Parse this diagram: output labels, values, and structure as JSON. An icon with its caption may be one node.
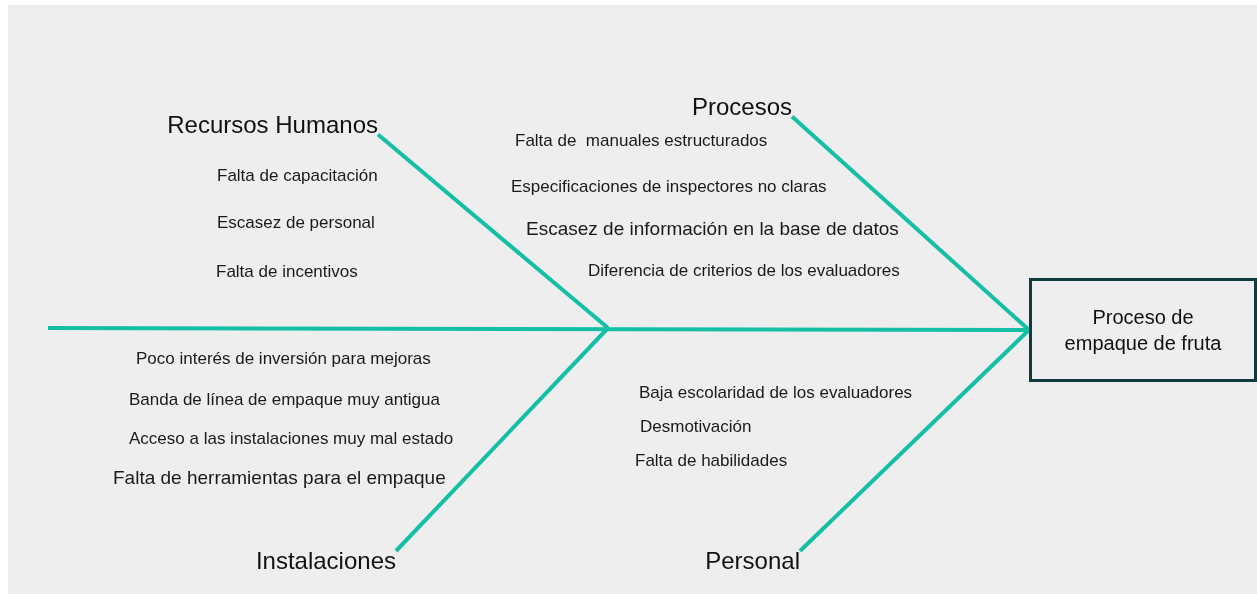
{
  "diagram": {
    "nodes": [
      {
        "text": [
          "Recursos Humanos"
        ]
      },
      {
        "text": [
          "Procesos"
        ]
      },
      {
        "text": [
          "Instalaciones"
        ]
      },
      {
        "text": [
          "Personal"
        ]
      },
      {
        "text": [
          "Proceso de empaque de fruta"
        ]
      }
    ],
    "edges": [
      {
        "from": null,
        "to": 4,
        "arrow": "none"
      },
      {
        "from": 0,
        "to": null,
        "arrow": "none"
      },
      {
        "from": 1,
        "to": 4,
        "arrow": "none"
      },
      {
        "from": 2,
        "to": null,
        "arrow": "none"
      },
      {
        "from": 3,
        "to": 4,
        "arrow": "none"
      }
    ],
    "labels": [
      "Falta de capacitación",
      "Escasez de personal",
      "Falta de incentivos",
      "Falta de  manuales estructurados",
      "Especificaciones de inspectores no claras",
      "Escasez de información en la base de datos",
      "Diferencia de criterios de los evaluadores",
      "Poco interés de inversión para mejoras",
      "Banda de línea de empaque muy antigua",
      "Acceso a las instalaciones muy mal estado",
      "Falta de herramientas para el empaque",
      "Baja escolaridad de los evaluadores",
      "Desmotivación",
      "Falta de habilidades"
    ]
  }
}
